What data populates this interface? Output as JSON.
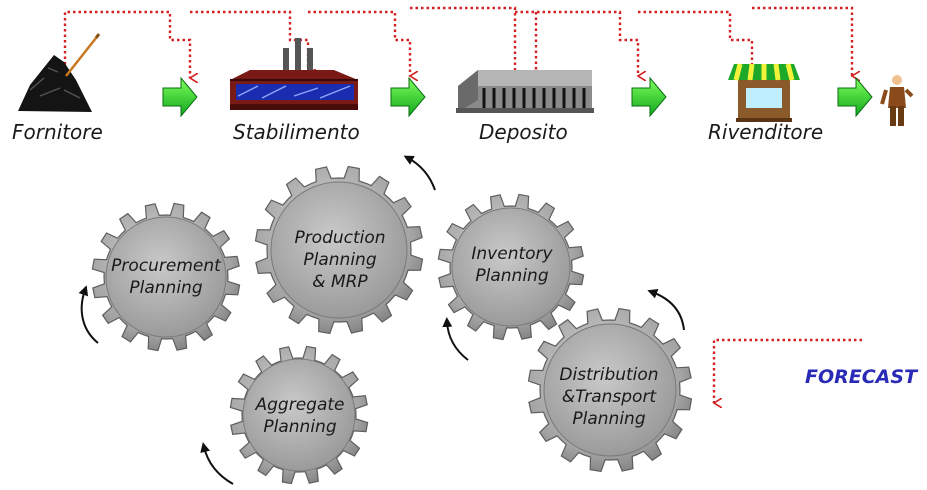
{
  "supply_chain": {
    "nodes": [
      {
        "id": "fornitore",
        "label": "Fornitore",
        "icon": "coal-pile-icon"
      },
      {
        "id": "stabilimento",
        "label": "Stabilimento",
        "icon": "factory-icon"
      },
      {
        "id": "deposito",
        "label": "Deposito",
        "icon": "warehouse-icon"
      },
      {
        "id": "rivenditore",
        "label": "Rivenditore",
        "icon": "shop-icon"
      },
      {
        "id": "cliente",
        "label": "",
        "icon": "customer-icon"
      }
    ]
  },
  "gears": [
    {
      "id": "procurement",
      "label": "Procurement\nPlanning"
    },
    {
      "id": "production",
      "label": "Production\nPlanning\n& MRP"
    },
    {
      "id": "inventory",
      "label": "Inventory\nPlanning"
    },
    {
      "id": "aggregate",
      "label": "Aggregate\nPlanning"
    },
    {
      "id": "distribution",
      "label": "Distribution\n&Transport\nPlanning"
    }
  ],
  "forecast": {
    "label": "FORECAST"
  },
  "colors": {
    "dotted_line": "#d42020",
    "flow_arrow": "#22cc22",
    "gear_fill": "#a8a8a8",
    "forecast_text": "#2a2ab8"
  }
}
